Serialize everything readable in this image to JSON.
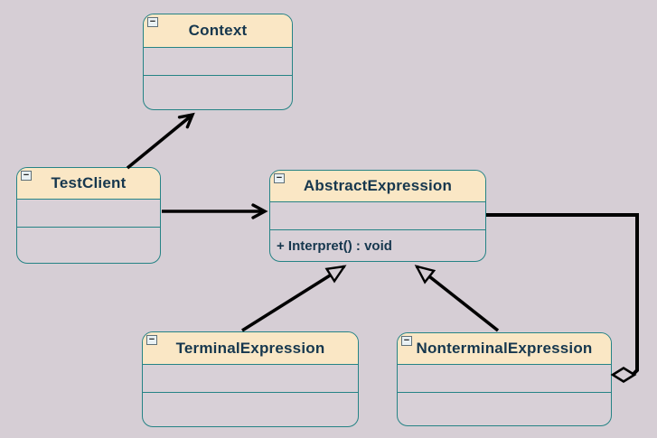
{
  "diagram": {
    "kind": "uml-class-diagram",
    "pattern": "Interpreter",
    "colors": {
      "canvas_background": "#D6CED5",
      "class_border": "#258385",
      "class_header_fill": "#FAE7C5",
      "class_body_fill": "#D8D0D7",
      "title_text": "#16374E",
      "connector": "#000000"
    },
    "icons": {
      "collapse_glyph": "−"
    },
    "classes": {
      "context": {
        "name": "Context",
        "attributes": [],
        "operations": []
      },
      "test_client": {
        "name": "TestClient",
        "attributes": [],
        "operations": []
      },
      "abstract_expression": {
        "name": "AbstractExpression",
        "attributes": [],
        "operations": [
          "+ Interpret() : void"
        ]
      },
      "terminal_expression": {
        "name": "TerminalExpression",
        "attributes": [],
        "operations": []
      },
      "nonterminal_expression": {
        "name": "NonterminalExpression",
        "attributes": [],
        "operations": []
      }
    },
    "relationships": [
      {
        "from": "TestClient",
        "to": "Context",
        "type": "directed-association"
      },
      {
        "from": "TestClient",
        "to": "AbstractExpression",
        "type": "directed-association"
      },
      {
        "from": "TerminalExpression",
        "to": "AbstractExpression",
        "type": "generalization"
      },
      {
        "from": "NonterminalExpression",
        "to": "AbstractExpression",
        "type": "generalization"
      },
      {
        "from": "AbstractExpression",
        "to": "NonterminalExpression",
        "type": "aggregation"
      }
    ]
  }
}
